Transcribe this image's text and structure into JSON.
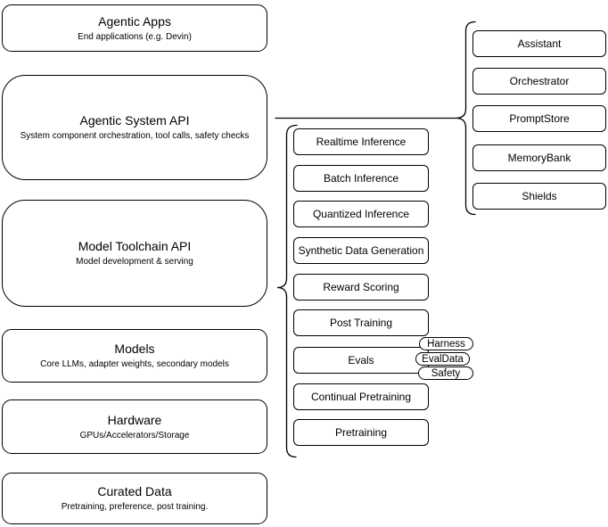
{
  "left_stack": [
    {
      "title": "Agentic Apps",
      "subtitle": "End applications (e.g. Devin)"
    },
    {
      "title": "Agentic System API",
      "subtitle": "System component orchestration, tool calls, safety checks"
    },
    {
      "title": "Model Toolchain API",
      "subtitle": "Model development & serving"
    },
    {
      "title": "Models",
      "subtitle": "Core LLMs, adapter weights, secondary models"
    },
    {
      "title": "Hardware",
      "subtitle": "GPUs/Accelerators/Storage"
    },
    {
      "title": "Curated Data",
      "subtitle": "Pretraining, preference, post training."
    }
  ],
  "toolchain_services": [
    "Realtime Inference",
    "Batch Inference",
    "Quantized Inference",
    "Synthetic Data Generation",
    "Reward Scoring",
    "Post Training",
    "Evals",
    "Continual Pretraining",
    "Pretraining"
  ],
  "eval_tags": [
    "Harness",
    "EvalData",
    "Safety"
  ],
  "system_components": [
    "Assistant",
    "Orchestrator",
    "PromptStore",
    "MemoryBank",
    "Shields"
  ],
  "colors": {
    "stroke": "#000000",
    "background": "#ffffff"
  }
}
